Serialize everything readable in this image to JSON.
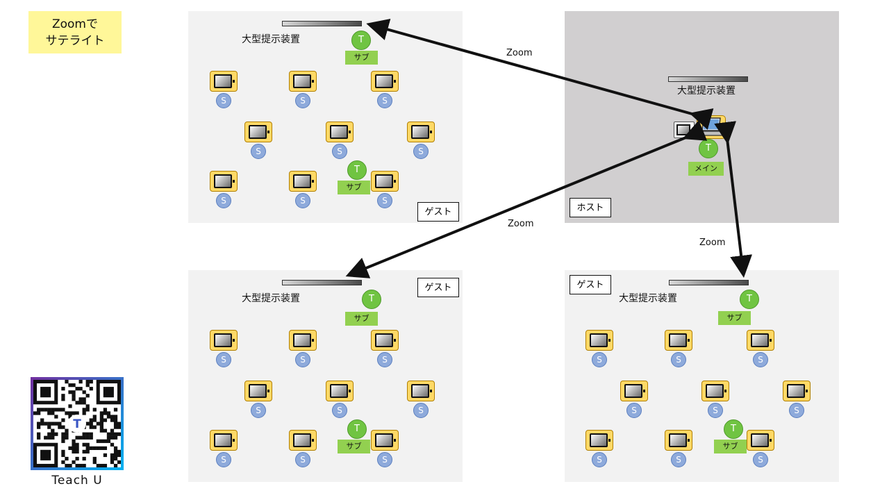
{
  "title": {
    "line1": "Zoomで",
    "line2": "サテライト"
  },
  "screen_label": "大型提示装置",
  "student_mark": "S",
  "teacher_mark": "T",
  "labels": {
    "sub": "サブ",
    "main": "メイン"
  },
  "rooms": {
    "guest_tl": {
      "tag": "ゲスト"
    },
    "host": {
      "tag": "ホスト"
    },
    "guest_bl": {
      "tag": "ゲスト"
    },
    "guest_br": {
      "tag": "ゲスト"
    }
  },
  "connections": [
    {
      "label": "Zoom"
    },
    {
      "label": "Zoom"
    },
    {
      "label": "Zoom"
    }
  ],
  "brand": {
    "name": "Teach U"
  },
  "colors": {
    "title_bg": "#fff799",
    "guest_bg": "#f2f2f2",
    "host_bg": "#d1cfd0",
    "tablet_frame": "#ffd966",
    "student_circle": "#8eaadb",
    "teacher_circle": "#70c442",
    "role_label": "#92d050"
  }
}
